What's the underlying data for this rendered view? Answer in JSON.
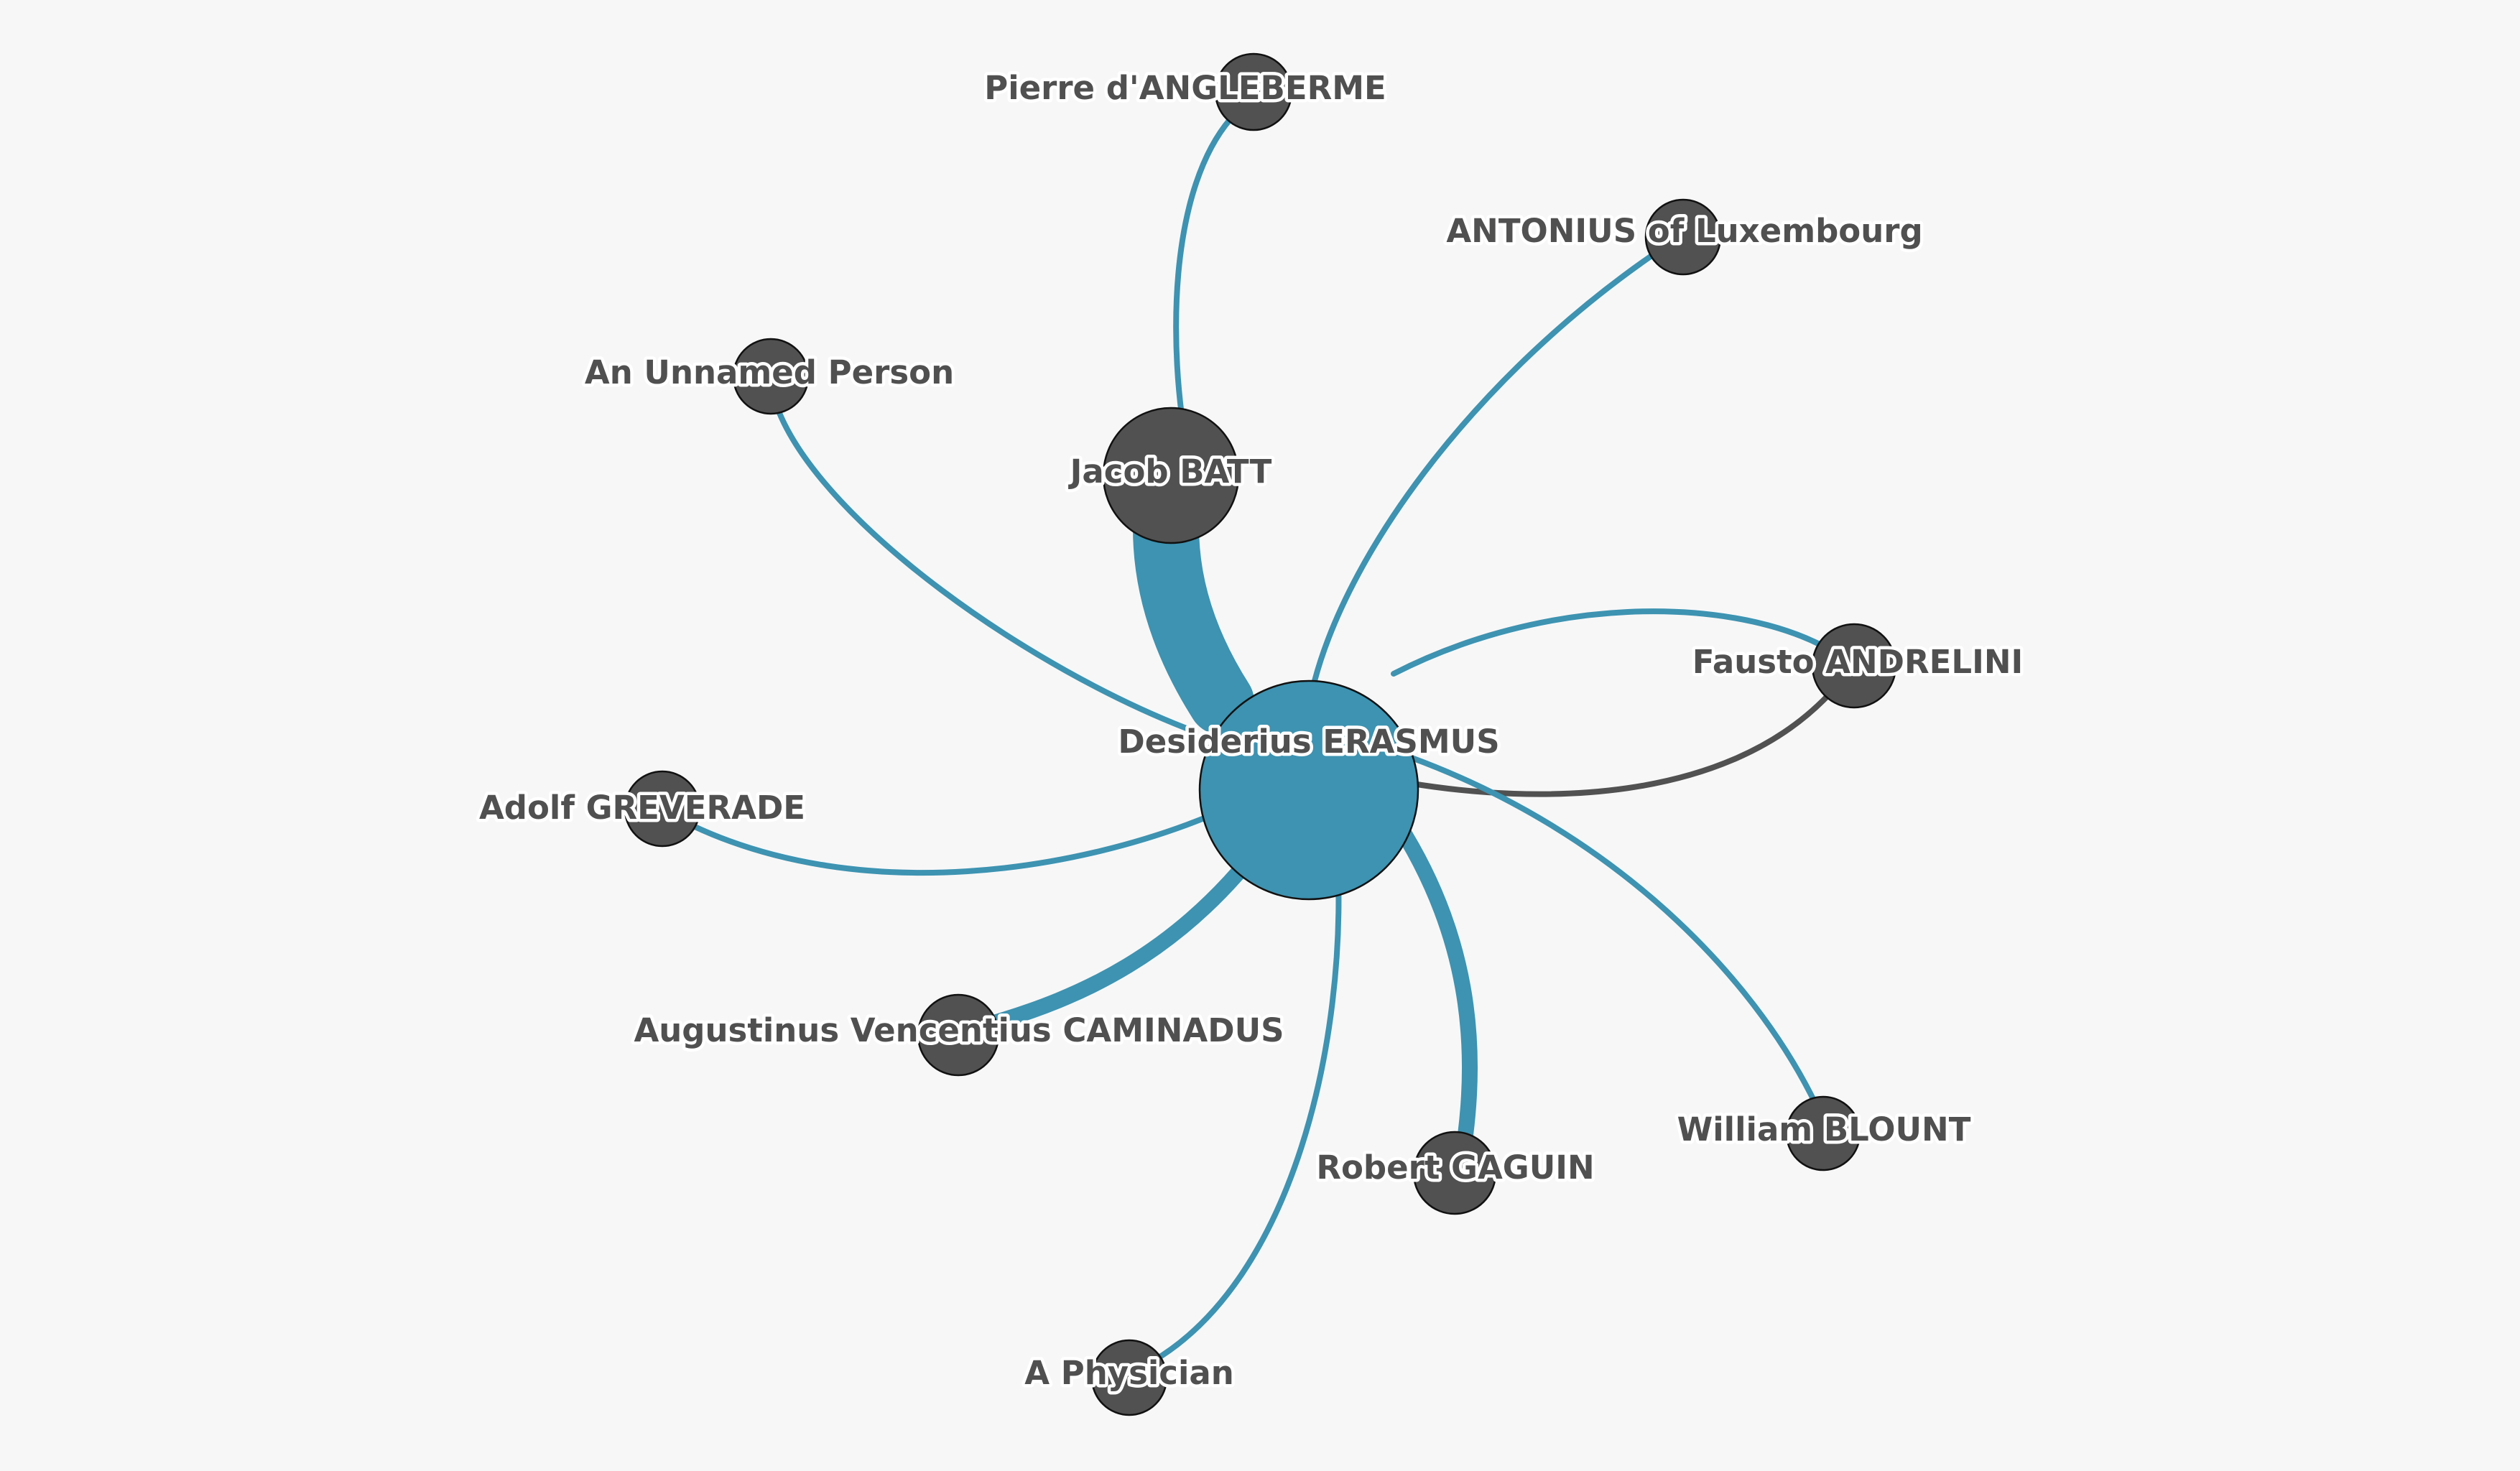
{
  "colors": {
    "background": "#f7f7f8",
    "center_node": "#3d93b1",
    "node": "#515151",
    "edge_outgoing": "#3d93b1",
    "edge_incoming": "#515151",
    "label": "#505050"
  },
  "nodes": [
    {
      "id": "erasmus",
      "label": "Desiderius ERASMUS",
      "role": "center"
    },
    {
      "id": "batt",
      "label": "Jacob BATT"
    },
    {
      "id": "angleberme",
      "label": "Pierre d'ANGLEBERME"
    },
    {
      "id": "antonius",
      "label": "ANTONIUS of Luxembourg"
    },
    {
      "id": "unnamed",
      "label": "An Unnamed Person"
    },
    {
      "id": "andrelini",
      "label": "Fausto ANDRELINI"
    },
    {
      "id": "greverade",
      "label": "Adolf GREVERADE"
    },
    {
      "id": "caminadus",
      "label": "Augustinus Vencentius CAMINADUS"
    },
    {
      "id": "blount",
      "label": "William BLOUNT"
    },
    {
      "id": "gaguin",
      "label": "Robert GAGUIN"
    },
    {
      "id": "physician",
      "label": "A Physician"
    }
  ],
  "edges": [
    {
      "source": "erasmus",
      "target": "batt",
      "weight": 10,
      "direction": "outgoing"
    },
    {
      "source": "batt",
      "target": "angleberme",
      "weight": 1,
      "direction": "outgoing"
    },
    {
      "source": "erasmus",
      "target": "antonius",
      "weight": 1,
      "direction": "outgoing"
    },
    {
      "source": "erasmus",
      "target": "unnamed",
      "weight": 1,
      "direction": "outgoing"
    },
    {
      "source": "erasmus",
      "target": "andrelini",
      "weight": 1,
      "direction": "outgoing"
    },
    {
      "source": "andrelini",
      "target": "erasmus",
      "weight": 1,
      "direction": "incoming"
    },
    {
      "source": "erasmus",
      "target": "greverade",
      "weight": 1,
      "direction": "outgoing"
    },
    {
      "source": "erasmus",
      "target": "caminadus",
      "weight": 3,
      "direction": "outgoing"
    },
    {
      "source": "erasmus",
      "target": "blount",
      "weight": 1,
      "direction": "outgoing"
    },
    {
      "source": "erasmus",
      "target": "gaguin",
      "weight": 3,
      "direction": "outgoing"
    },
    {
      "source": "erasmus",
      "target": "physician",
      "weight": 1,
      "direction": "outgoing"
    }
  ]
}
